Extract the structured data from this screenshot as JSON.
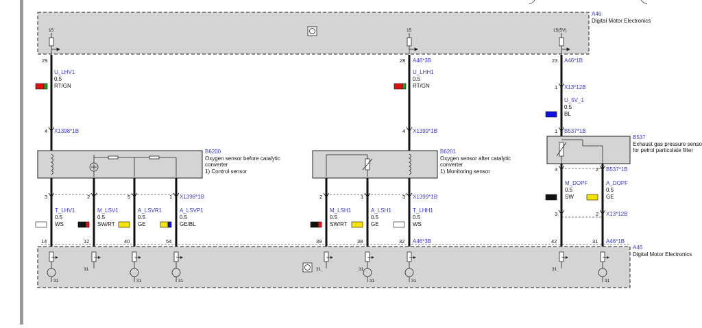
{
  "modules": {
    "top_code": "A46",
    "top_name": "Digital Motor Electronics",
    "bottom_code": "A46",
    "bottom_name": "Digital Motor Electronics",
    "top_terminals": [
      "15",
      "15",
      "15(5V)"
    ],
    "ground_label": "31"
  },
  "sensors": {
    "b6200": {
      "code": "B6200",
      "line1": "Oxygen sensor before catalytic",
      "line2": "converter",
      "line3": "1)   Control sensor"
    },
    "b6201": {
      "code": "B6201",
      "line1": "Oxygen sensor after catalytic",
      "line2": "converter",
      "line3": "1)   Monitoring sensor"
    },
    "b537": {
      "code": "B537",
      "line1": "Exhaust gas pressure sensor",
      "line2": "for petrol particulate filter"
    }
  },
  "top_wires": [
    {
      "pin_top": "29",
      "conn_top": "",
      "signal": "U_LHV1",
      "gauge": "0.5",
      "color": "RT/GN",
      "pin_bot": "4",
      "conn_bot": "X1398*1B"
    },
    {
      "pin_top": "28",
      "conn_top": "A46*3B",
      "signal": "U_LHH1",
      "gauge": "0.5",
      "color": "RT/GN",
      "pin_bot": "4",
      "conn_bot": "X1399*1B"
    },
    {
      "pin_top": "23",
      "conn_top": "A46*1B",
      "pin_mid": "1",
      "conn_mid": "X13*12B",
      "signal": "U_5V_1",
      "gauge": "0.5",
      "color": "BL",
      "pin_bot": "1",
      "conn_bot": "B537*1B"
    }
  ],
  "bottom_wires": [
    {
      "pin_sensor": "3",
      "signal": "T_LHV1",
      "gauge": "0.5",
      "color": "WS",
      "pin_ecu": "14"
    },
    {
      "pin_sensor": "2",
      "signal": "M_LSV1",
      "gauge": "0.5",
      "color": "SW/RT",
      "pin_ecu": "12"
    },
    {
      "pin_sensor": "5",
      "signal": "A_LSVR1",
      "gauge": "0.5",
      "color": "GE",
      "pin_ecu": "40"
    },
    {
      "pin_sensor": "1",
      "signal": "A_LSVP1",
      "gauge": "0.5",
      "color": "GE/BL",
      "pin_ecu": "54",
      "conn": "X1398*1B"
    },
    {
      "pin_sensor": "2",
      "signal": "M_LSH1",
      "gauge": "0.5",
      "color": "SW/RT",
      "pin_ecu": "39"
    },
    {
      "pin_sensor": "1",
      "signal": "A_LSH1",
      "gauge": "0.5",
      "color": "GE",
      "pin_ecu": "38"
    },
    {
      "pin_sensor": "3",
      "signal": "T_LHH1",
      "gauge": "0.5",
      "color": "WS",
      "pin_ecu": "32",
      "conn": "X1399*1B",
      "conn_ecu": "A46*3B"
    },
    {
      "pin_sensor": "3",
      "signal": "M_DOPF",
      "gauge": "0.5",
      "color": "SW",
      "pin_mid": "3",
      "pin_ecu": "42"
    },
    {
      "pin_sensor": "2",
      "signal": "A_DOPF",
      "gauge": "0.5",
      "color": "GE",
      "pin_mid": "2",
      "pin_ecu": "31",
      "conn": "B537*1B",
      "conn_mid": "X13*12B",
      "conn_ecu": "A46*1B"
    }
  ],
  "wire_colors": {
    "red": "#e01010",
    "green": "#20a020",
    "blue": "#1010e0",
    "yellow": "#f4e400",
    "black": "#111111",
    "white": "#ffffff",
    "module_fill": "#d4d4d4",
    "label_blue": "#3a3ad0"
  }
}
